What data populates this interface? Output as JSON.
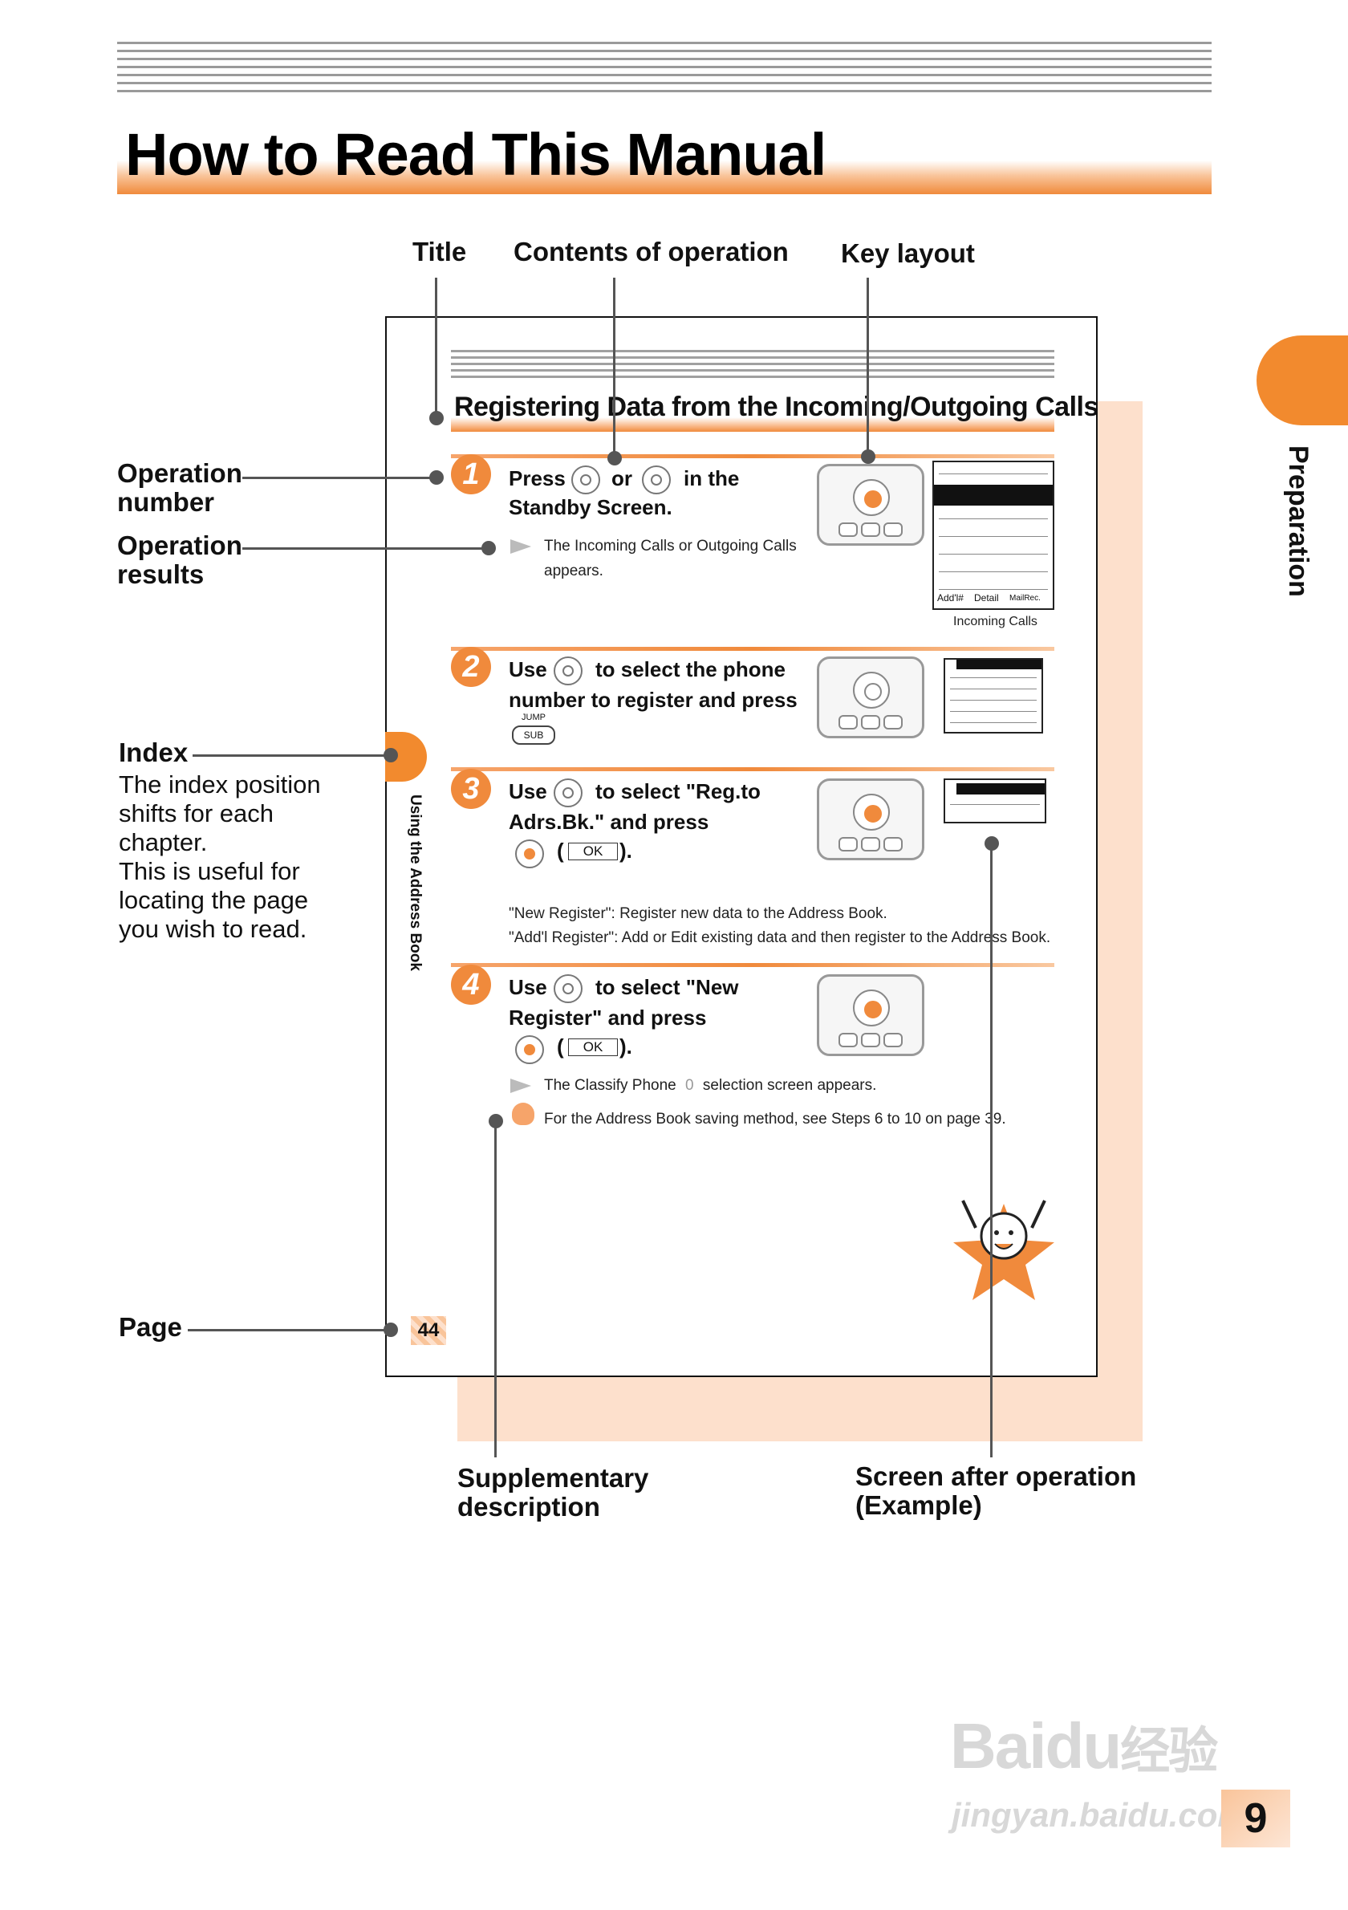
{
  "page": {
    "title": "How to Read This Manual",
    "side_tab": "Preparation",
    "page_number": "9"
  },
  "callouts": {
    "title": "Title",
    "contents": "Contents of operation",
    "key_layout": "Key layout",
    "op_number_1": "Operation",
    "op_number_2": "number",
    "op_results_1": "Operation",
    "op_results_2": "results",
    "index": "Index",
    "index_desc": [
      "The index position",
      "shifts for each",
      "chapter.",
      "This is useful for",
      "locating the page",
      "you wish to read."
    ],
    "page": "Page",
    "supp_1": "Supplementary",
    "supp_2": "description",
    "screen_1": "Screen after operation",
    "screen_2": "(Example)"
  },
  "sample": {
    "title": "Registering Data from the Incoming/Outgoing Calls",
    "index_text": "Using the Address Book",
    "page": "44",
    "incoming_calls_caption": "Incoming Calls",
    "screen_softkeys": [
      "Add'l#",
      "Detail",
      "MailRec."
    ],
    "jump_label": "JUMP",
    "sub_label": "SUB",
    "ok_label": "OK",
    "steps": [
      {
        "number": "1",
        "line1_a": "Press",
        "line1_b": "or",
        "line1_c": "in the",
        "line2": "Standby Screen.",
        "result_1": "The Incoming Calls or Outgoing Calls",
        "result_2": "appears."
      },
      {
        "number": "2",
        "line1_a": "Use",
        "line1_b": "to select the phone",
        "line2": "number to register and press"
      },
      {
        "number": "3",
        "line1_a": "Use",
        "line1_b": "to select \"Reg.to",
        "line2": "Adrs.Bk.\" and press",
        "line3_open": "(",
        "line3_close": ").",
        "note_1": "\"New Register\":  Register new data to the Address Book.",
        "note_2": "\"Add'l Register\": Add or Edit existing data and then register to the Address Book."
      },
      {
        "number": "4",
        "line1_a": "Use",
        "line1_b": "to select \"New",
        "line2": "Register\" and press",
        "line3_open": "(",
        "line3_close": ").",
        "result_1": "The Classify Phone",
        "result_1b": "0",
        "result_1c": "selection screen appears.",
        "supp": "For the Address Book saving method, see Steps 6 to 10 on page 39."
      }
    ]
  },
  "watermark": {
    "line1": "Bai",
    "line1b": "du",
    "line1c": "经验",
    "line2": "jingyan.baidu.com"
  },
  "colors": {
    "accent": "#f08a3c",
    "pink": "#fde0cc",
    "rule": "#9a9a9a"
  }
}
